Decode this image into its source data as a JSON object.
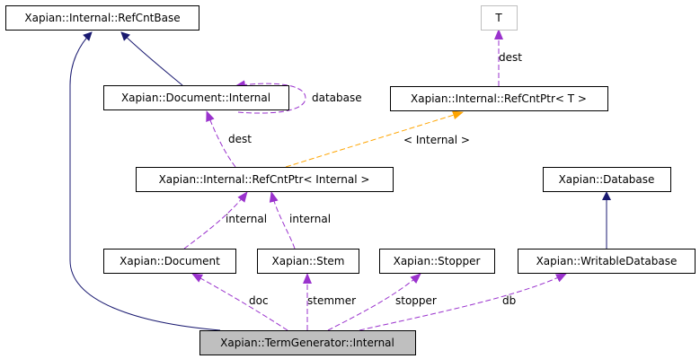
{
  "nodes": {
    "refcntbase": "Xapian::Internal::RefCntBase",
    "t": "T",
    "document_internal": "Xapian::Document::Internal",
    "refcntptr_t": "Xapian::Internal::RefCntPtr< T >",
    "refcntptr_internal": "Xapian::Internal::RefCntPtr< Internal >",
    "database": "Xapian::Database",
    "document": "Xapian::Document",
    "stem": "Xapian::Stem",
    "stopper": "Xapian::Stopper",
    "writable_database": "Xapian::WritableDatabase",
    "termgenerator_internal": "Xapian::TermGenerator::Internal"
  },
  "edge_labels": {
    "database": "database",
    "dest_t": "dest",
    "dest_doc": "dest",
    "internal_tmpl": "< Internal >",
    "internal_doc": "internal",
    "internal_stem": "internal",
    "doc": "doc",
    "stemmer": "stemmer",
    "stopper": "stopper",
    "db": "db"
  },
  "colors": {
    "inheritance": "#191970",
    "usage": "#9a32cd",
    "template": "#ffa500",
    "focus_fill": "#bfbfbf"
  }
}
